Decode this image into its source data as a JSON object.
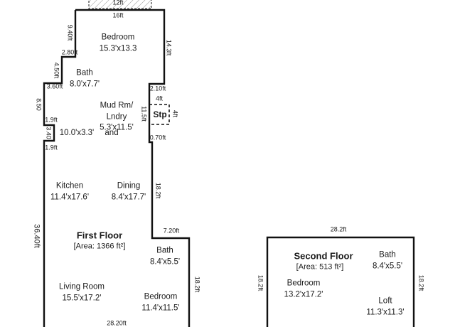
{
  "first_floor": {
    "title": "First Floor",
    "area": "[Area: 1366 ft²]",
    "rooms": {
      "bedroom": {
        "name": "Bedroom",
        "size": "15.3'x13.3"
      },
      "bath_upper": {
        "name": "Bath",
        "size": "8.0'x7.7'"
      },
      "mudroom": {
        "name": "Mud Rm/",
        "name2": "Lndry",
        "size": "5.3'x11.5'",
        "and": "and"
      },
      "small": {
        "size": "10.0'x3.3'"
      },
      "kitchen": {
        "name": "Kitchen",
        "size": "11.4'x17.6'"
      },
      "dining": {
        "name": "Dining",
        "size": "8.4'x17.7'"
      },
      "bath_lower": {
        "name": "Bath",
        "size": "8.4'x5.5'"
      },
      "living": {
        "name": "Living Room",
        "size": "15.5'x17.2'"
      },
      "bedroom_lower": {
        "name": "Bedroom",
        "size": "11.4'x11.5'"
      },
      "step": {
        "name": "Stp"
      }
    },
    "dims": {
      "top_hatched": "12ft",
      "top": "16ft",
      "left_upper": "9.40ft",
      "step1": "2.80ft",
      "left_bath": "4.50ft",
      "step2": "3.60ft",
      "left_mud": "8.50",
      "step3": "1.9ft",
      "left_small": "3.40",
      "step4": "1.9ft",
      "right_bedroom": "14.3ft",
      "right_step": "2.10ft",
      "stp_top": "4ft",
      "stp_side": "4ft",
      "right_mud": "11.5ft",
      "right_in": "0.70ft",
      "right_dining": "18.2ft",
      "ledge": "7.20ft",
      "left_long": "36.40ft",
      "right_lower": "18.2ft",
      "bottom": "28.20ft"
    }
  },
  "second_floor": {
    "title": "Second Floor",
    "area": "[Area: 513 ft²]",
    "rooms": {
      "bedroom": {
        "name": "Bedroom",
        "size": "13.2'x17.2'"
      },
      "bath": {
        "name": "Bath",
        "size": "8.4'x5.5'"
      },
      "loft": {
        "name": "Loft",
        "size": "11.3'x11.3'"
      }
    },
    "dims": {
      "top": "28.2ft",
      "left": "18.2ft",
      "right": "18.2ft"
    }
  }
}
